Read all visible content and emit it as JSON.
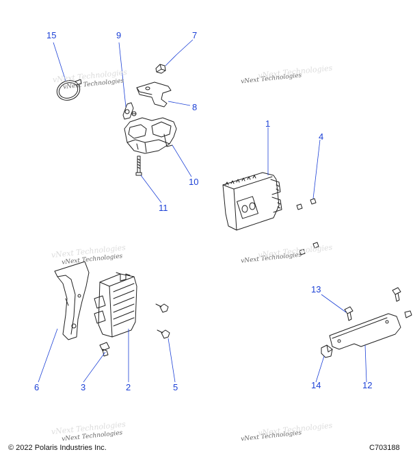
{
  "callouts": [
    "15",
    "9",
    "7",
    "8",
    "10",
    "11",
    "1",
    "4",
    "6",
    "3",
    "2",
    "5",
    "13",
    "12",
    "14"
  ],
  "watermark_text": "vNext Technologies",
  "watermark_ghost": "vNext Technologies",
  "copyright": "© 2022 Polaris Industries Inc.",
  "drawing_id": "C703188",
  "colors": {
    "callout": "#1a3fd6",
    "line": "#1e1e1e",
    "leader": "#1a3fd6"
  }
}
